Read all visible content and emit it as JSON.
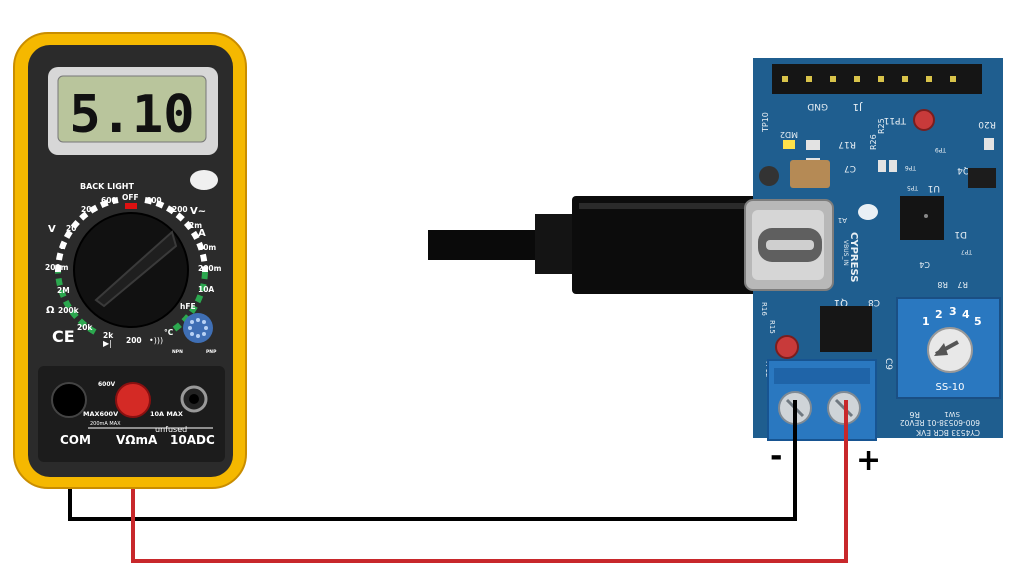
{
  "multimeter": {
    "display_value": "5.10",
    "backlight_label": "BACK LIGHT",
    "ring_labels": {
      "power_600": "600",
      "off": "OFF",
      "ac_600": "600",
      "ac_200": "200",
      "v_ac": "V~",
      "v_dc": "V",
      "dcv_200": "200",
      "dcv_20": "20",
      "dcv_2": "2",
      "dcv_200m": "200m",
      "dca_2m": "2m",
      "amp_dc": "A",
      "dca_20m": "20m",
      "dca_200m": "200m",
      "dca_10a": "10A",
      "hfe": "hFE",
      "ohm_2m": "2M",
      "ohm_200k": "200k",
      "ohm_symbol": "Ω",
      "ohm_20k": "20k",
      "ohm_2k": "2k",
      "ohm_200": "200",
      "temp": "°C",
      "npn": "NPN",
      "pnp": "PNP"
    },
    "ce_mark": "CE",
    "warning_600v": "600V",
    "max_text": "MAX600V",
    "max_10a": "10A MAX",
    "ma_max": "200mA MAX",
    "unfused": "unfused",
    "com": "COM",
    "vma": "VΩmA",
    "adc10": "10ADC"
  },
  "board": {
    "labels": {
      "gnd": "GND",
      "j1": "J1",
      "tp11": "TP11",
      "r20": "R20",
      "tp10": "TP10",
      "md2": "MD2",
      "r17": "R17",
      "r25": "R25",
      "r26": "R26",
      "c7": "C7",
      "tp6": "TP6",
      "tp9": "TP9",
      "q4": "Q4",
      "tp5": "TP5",
      "u1": "U1",
      "d1": "D1",
      "a1": "A1",
      "cypress": "CYPRESS",
      "vbus_in": "VBUS_IN",
      "tp7": "TP7",
      "c4": "C4",
      "r8": "R8",
      "r7": "R7",
      "c8": "C8",
      "q1": "Q1",
      "r16": "R16",
      "r15": "R15",
      "tp12": "TP12",
      "c9": "C9",
      "r6": "R6",
      "sw1": "SW1",
      "ss10": "SS-10",
      "dial_1": "1",
      "dial_2": "2",
      "dial_3": "3",
      "dial_4": "4",
      "dial_5": "5",
      "rev": "600-60538-01 REV02",
      "evk": "CY4533 BCR EVK"
    }
  },
  "polarity": {
    "minus": "-",
    "plus": "+"
  },
  "colors": {
    "wire_black": "#000000",
    "wire_red": "#c8282b",
    "meter_yellow": "#f5b800",
    "board_blue": "#1f5e8f",
    "terminal_blue": "#2a78c0"
  }
}
